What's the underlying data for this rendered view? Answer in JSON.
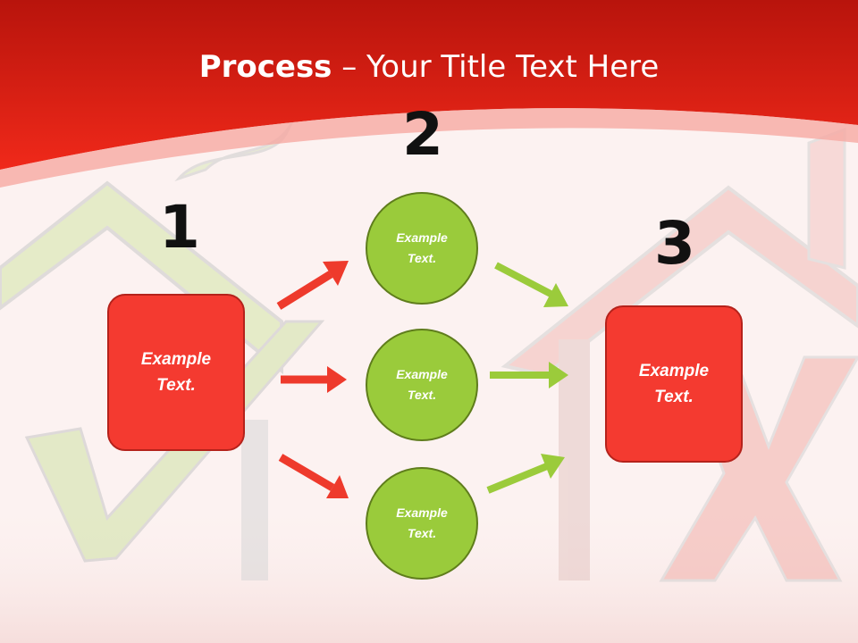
{
  "title": {
    "bold": "Process",
    "rest": " – Your Title Text Here"
  },
  "steps": [
    {
      "number": "1"
    },
    {
      "number": "2"
    },
    {
      "number": "3"
    }
  ],
  "boxes": [
    {
      "text": "Example Text."
    },
    {
      "text": "Example Text."
    }
  ],
  "circles": [
    {
      "text": "Example Text."
    },
    {
      "text": "Example Text."
    },
    {
      "text": "Example Text."
    }
  ],
  "colors": {
    "header_red": "#e31e12",
    "box_red": "#f43a30",
    "circle_green": "#9acb3b",
    "arrow_red": "#ee3a2c",
    "arrow_green": "#9bcb3b"
  }
}
